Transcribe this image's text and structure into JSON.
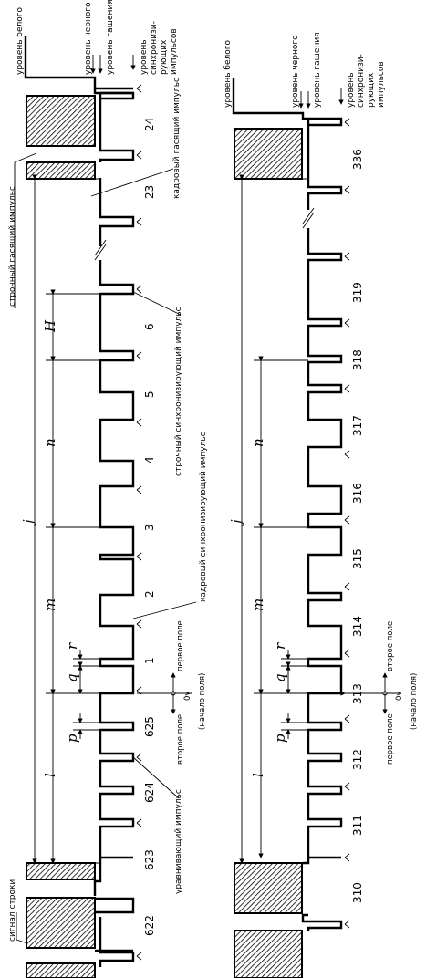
{
  "top": {
    "level_labels": {
      "white": "уровень белого",
      "black": "уровень черного",
      "blank": "уровень гашения",
      "sync": "уровень синхронизи-рующих импульсов"
    },
    "pulse_labels": {
      "line_blank": "строчный гасящий импульс",
      "frame_blank": "кадровый гасящий импульс",
      "line_sync": "строчный синхронизирующий импульс",
      "frame_sync": "кадровый синхронизирующий импульс",
      "equalizing": "уравнивающий импульс",
      "line_signal": "сигнал строки"
    },
    "line_numbers": [
      "622",
      "623",
      "624",
      "625",
      "1",
      "2",
      "3",
      "4",
      "5",
      "6",
      "23",
      "24"
    ],
    "fields": {
      "first": "первое поле",
      "second": "второе поле",
      "origin": "0v",
      "origin_note": "(начало поля)"
    },
    "dimensions": {
      "j": "j",
      "l": "l",
      "m": "m",
      "n": "n",
      "H": "H",
      "p": "p",
      "q": "q",
      "r": "r"
    }
  },
  "bottom": {
    "level_labels": {
      "white": "уровень белого",
      "black": "уровень черного",
      "blank": "уровень гашения",
      "sync": "уровень синхронизи-рующих импульсов"
    },
    "line_numbers": [
      "310",
      "311",
      "312",
      "313",
      "314",
      "315",
      "316",
      "317",
      "318",
      "319",
      "336"
    ],
    "fields": {
      "first": "первое поле",
      "second": "второе поле",
      "origin": "0v",
      "origin_note": "(начало поля)"
    },
    "dimensions": {
      "j": "j",
      "l": "l",
      "m": "m",
      "n": "n",
      "p": "p",
      "q": "q",
      "r": "r"
    }
  }
}
